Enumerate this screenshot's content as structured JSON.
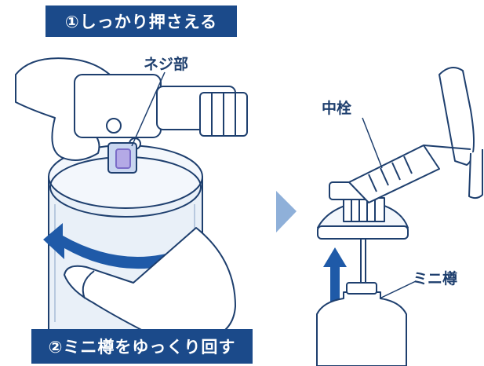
{
  "step_top": "①しっかり押さえる",
  "step_bottom": "②ミニ樽をゆっくり回す",
  "label_screw": "ネジ部",
  "label_plug": "中栓",
  "label_keg": "ミニ樽",
  "colors": {
    "navy": "#1b4a8a",
    "line": "#1e3f6e",
    "fill": "#e4ecf6",
    "arrow": "#1f5aa8",
    "next_arrow": "#8fb0d9"
  }
}
